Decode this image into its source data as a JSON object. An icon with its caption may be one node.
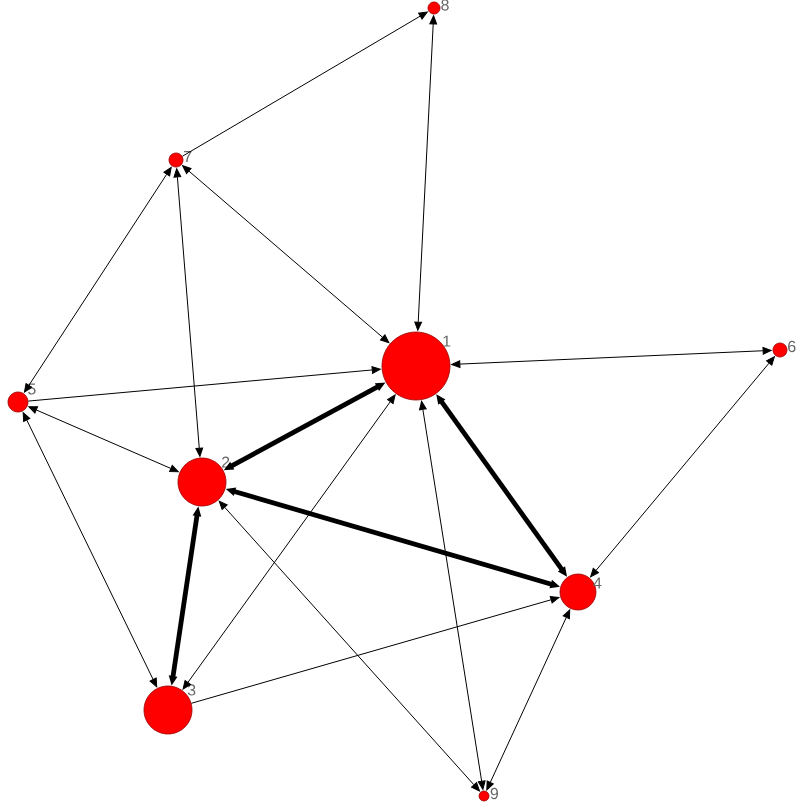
{
  "diagram": {
    "nodes": [
      {
        "text": [
          "1"
        ]
      },
      {
        "text": [
          "2"
        ]
      },
      {
        "text": [
          "3"
        ]
      },
      {
        "text": [
          "4"
        ]
      },
      {
        "text": [
          "5"
        ]
      },
      {
        "text": [
          "6"
        ]
      },
      {
        "text": [
          "7"
        ]
      },
      {
        "text": [
          "8"
        ]
      },
      {
        "text": [
          "9"
        ]
      }
    ],
    "edges": [
      {
        "from": 6,
        "to": 7,
        "arrow": "to"
      },
      {
        "from": 7,
        "to": 0,
        "arrow": "both"
      },
      {
        "from": 6,
        "to": 0,
        "arrow": "both"
      },
      {
        "from": 4,
        "to": 6,
        "arrow": "both"
      },
      {
        "from": 1,
        "to": 6,
        "arrow": "both"
      },
      {
        "from": 4,
        "to": 0,
        "arrow": "to"
      },
      {
        "from": 0,
        "to": 5,
        "arrow": "both"
      },
      {
        "from": 4,
        "to": 1,
        "arrow": "both"
      },
      {
        "from": 4,
        "to": 2,
        "arrow": "both"
      },
      {
        "from": 1,
        "to": 0,
        "arrow": "both",
        "style": "thick"
      },
      {
        "from": 2,
        "to": 0,
        "arrow": "both"
      },
      {
        "from": 1,
        "to": 2,
        "arrow": "both",
        "style": "thick"
      },
      {
        "from": 3,
        "to": 1,
        "arrow": "both",
        "style": "thick"
      },
      {
        "from": 0,
        "to": 3,
        "arrow": "both",
        "style": "thick"
      },
      {
        "from": 2,
        "to": 3,
        "arrow": "to"
      },
      {
        "from": 8,
        "to": 0,
        "arrow": "both"
      },
      {
        "from": 8,
        "to": 1,
        "arrow": "both"
      },
      {
        "from": 8,
        "to": 3,
        "arrow": "both"
      },
      {
        "from": 3,
        "to": 5,
        "arrow": "both"
      }
    ]
  }
}
